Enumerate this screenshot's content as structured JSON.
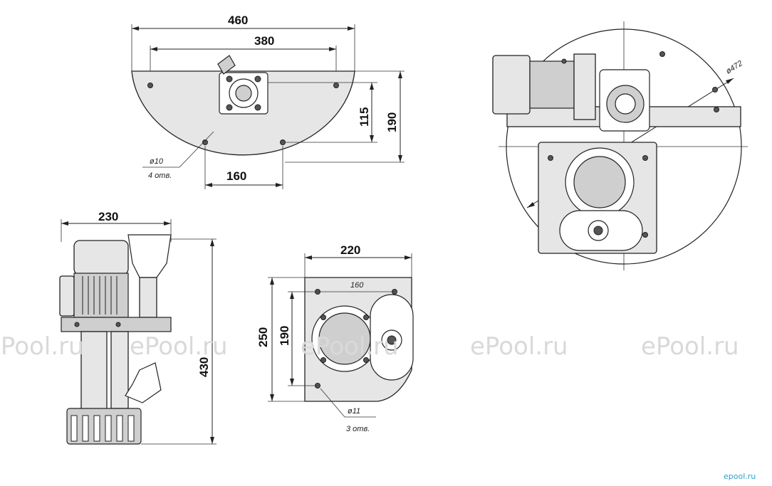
{
  "dimensions": {
    "top_total_width": "460",
    "top_hole_spacing": "380",
    "top_shaft_depth": "115",
    "top_total_depth": "190",
    "top_bottom_spacing": "160",
    "side_width": "230",
    "side_height": "430",
    "plate_width": "220",
    "plate_height": "250",
    "plate_hole_vertical": "190",
    "plate_hole_horizontal": "160",
    "circle_diameter": "ø472"
  },
  "notes": {
    "top_hole_diameter": "ø10",
    "top_hole_count": "4 отв.",
    "plate_hole_diameter": "ø11",
    "plate_hole_count": "3 отв."
  },
  "watermarks": [
    "ePool.ru",
    "ePool.ru",
    "ePool.ru",
    "ePool.ru",
    "ePool.ru"
  ],
  "brand_logo": "epool.ru"
}
